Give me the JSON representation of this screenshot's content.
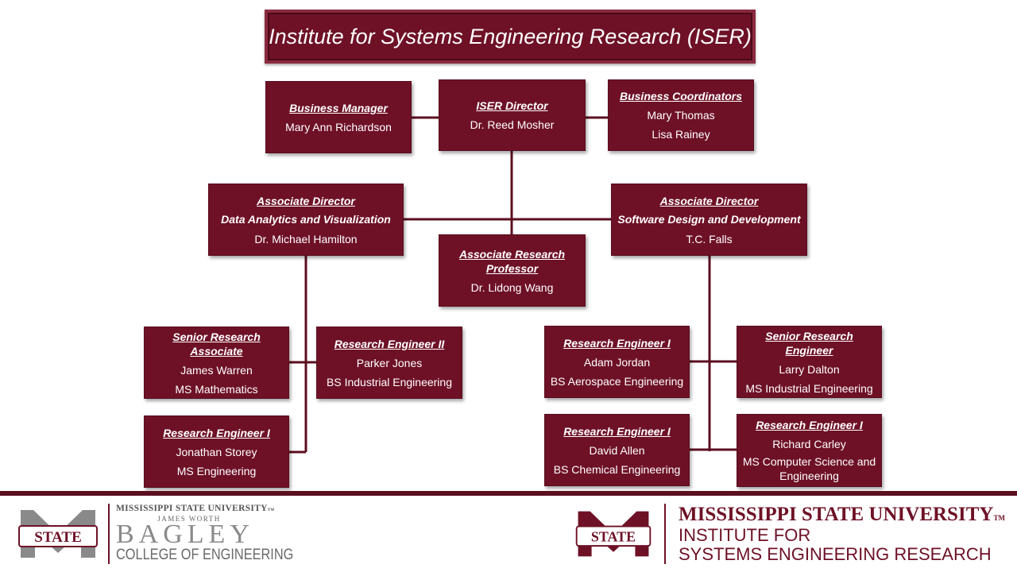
{
  "title": "Institute for Systems Engineering Research (ISER)",
  "boxes": {
    "business_manager": {
      "role": "Business Manager",
      "name": "Mary Ann Richardson"
    },
    "director": {
      "role": "ISER Director",
      "name": "Dr. Reed Mosher"
    },
    "coordinators": {
      "role": "Business Coordinators",
      "name1": "Mary Thomas",
      "name2": "Lisa Rainey"
    },
    "assoc_dir_data": {
      "role": "Associate Director",
      "area": "Data Analytics and Visualization",
      "name": "Dr. Michael Hamilton"
    },
    "assoc_dir_software": {
      "role": "Associate Director",
      "area": "Software Design and Development",
      "name": "T.C. Falls"
    },
    "assoc_prof": {
      "role": "Associate Research Professor",
      "name": "Dr. Lidong Wang"
    },
    "sr_assoc": {
      "role": "Senior Research Associate",
      "name": "James Warren",
      "degree": "MS Mathematics"
    },
    "re2": {
      "role": "Research Engineer II",
      "name": "Parker Jones",
      "degree": "BS Industrial Engineering"
    },
    "re1_storey": {
      "role": "Research Engineer I",
      "name": "Jonathan Storey",
      "degree": "MS Engineering"
    },
    "re1_jordan": {
      "role": "Research Engineer I",
      "name": "Adam Jordan",
      "degree": "BS Aerospace Engineering"
    },
    "sr_re": {
      "role": "Senior Research Engineer",
      "name": "Larry Dalton",
      "degree": "MS Industrial Engineering"
    },
    "re1_allen": {
      "role": "Research Engineer I",
      "name": "David Allen",
      "degree": "BS Chemical Engineering"
    },
    "re1_carley": {
      "role": "Research Engineer I",
      "name": "Richard Carley",
      "degree": "MS Computer Science and Engineering"
    }
  },
  "footer": {
    "left": {
      "badge": "STATE",
      "line1": "MISSISSIPPI STATE UNIVERSITY",
      "tm": "TM",
      "line2": "JAMES WORTH",
      "line3": "BAGLEY",
      "line4": "COLLEGE OF ENGINEERING"
    },
    "right": {
      "badge": "STATE",
      "line1": "MISSISSIPPI STATE UNIVERSITY",
      "tm": "TM",
      "line2": "INSTITUTE FOR",
      "line3": "SYSTEMS ENGINEERING RESEARCH"
    }
  },
  "colors": {
    "maroon": "#6e1126",
    "footer_rule": "#5c0f20",
    "gray": "#8a8a8a"
  }
}
